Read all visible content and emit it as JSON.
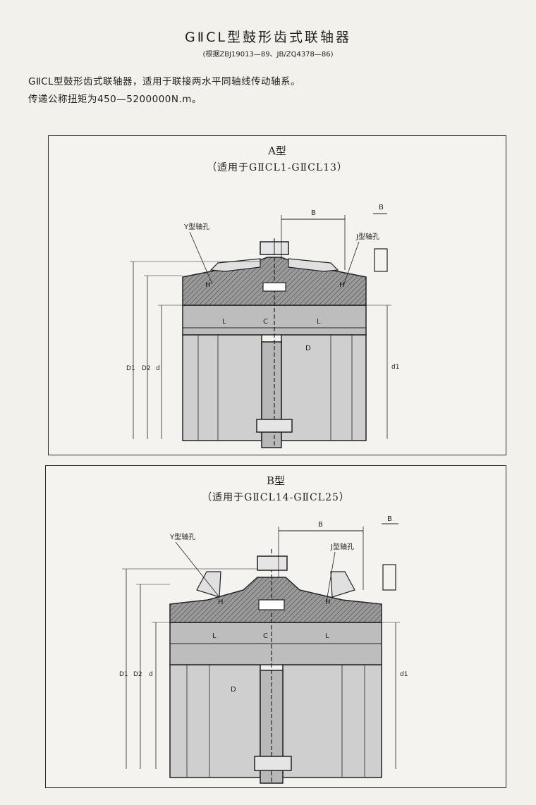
{
  "header": {
    "title": "GⅡCL型鼓形齿式联轴器",
    "standard": "(根据ZBJ19013—89、JB/ZQ4378—86)"
  },
  "intro": {
    "line1": "GⅡCL型鼓形齿式联轴器，适用于联接两水平同轴线传动轴系。",
    "line2": "传递公称扭矩为450—5200000N.m。"
  },
  "type_a": {
    "title": "A型",
    "range": "（适用于GⅡCL1-GⅡCL13）"
  },
  "type_b": {
    "title": "B型",
    "range": "（适用于GⅡCL14-GⅡCL25）"
  },
  "labels": {
    "y_hole": "Y型轴孔",
    "j_hole": "J型轴孔",
    "B": "B",
    "L": "L",
    "C": "C",
    "D": "D",
    "D1": "D1",
    "D2": "D2",
    "d": "d",
    "d1": "d1",
    "H": "H"
  }
}
